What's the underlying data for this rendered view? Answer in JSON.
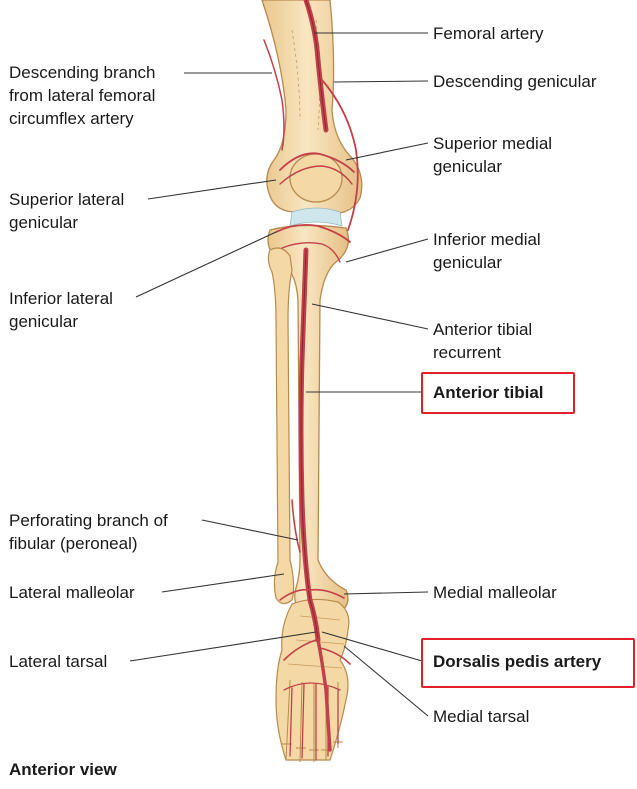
{
  "labels": {
    "femoral_artery": "Femoral artery",
    "descending_genicular": "Descending genicular",
    "descending_branch": [
      "Descending branch",
      "from lateral femoral",
      "circumflex artery"
    ],
    "superior_medial_genicular": [
      "Superior medial",
      "genicular"
    ],
    "superior_lateral_genicular": [
      "Superior lateral",
      "genicular"
    ],
    "inferior_medial_genicular": [
      "Inferior medial",
      "genicular"
    ],
    "inferior_lateral_genicular": [
      "Inferior lateral",
      "genicular"
    ],
    "anterior_tibial_recurrent": [
      "Anterior tibial",
      "recurrent"
    ],
    "anterior_tibial": "Anterior tibial",
    "perforating_branch": [
      "Perforating branch of",
      "fibular (peroneal)"
    ],
    "lateral_malleolar": "Lateral malleolar",
    "medial_malleolar": "Medial malleolar",
    "lateral_tarsal": "Lateral tarsal",
    "dorsalis_pedis_artery": "Dorsalis pedis artery",
    "medial_tarsal": "Medial tarsal"
  },
  "caption": "Anterior view",
  "colors": {
    "bone_fill": "#f7e2b8",
    "bone_outline": "#b88a4e",
    "artery": "#c2404a",
    "artery_dark": "#8e2530",
    "cartilage": "#cfe6ec",
    "leader": "#333333",
    "highlight_box": "#e3202a"
  }
}
